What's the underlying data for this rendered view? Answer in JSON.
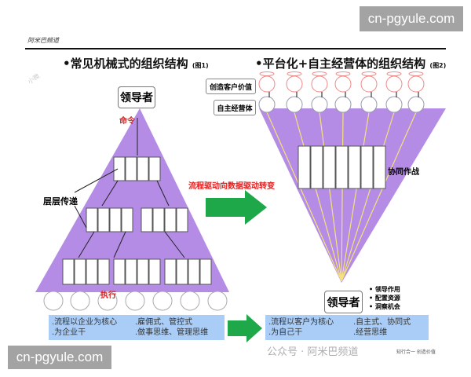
{
  "watermarks": {
    "top": "cn-pgyule.com",
    "bottom": "cn-pgyule.com",
    "faded_small": "小微",
    "channel_overlay": "公众号 · 阿米巴频道"
  },
  "header": {
    "channel": "阿米巴频道"
  },
  "left": {
    "title": "•常见机械式的组织结构",
    "fig": "(图1)",
    "leader": "领导者",
    "command": "命令",
    "relay": "层层传递",
    "execute": "执行",
    "summary": [
      ".流程以企业为核心",
      ".雇佣式、管控式",
      ".为企业干",
      ".做事思维、管理思维"
    ]
  },
  "middle": {
    "transition": "流程驱动向数据驱动转变"
  },
  "right": {
    "title": "•平台化+自主经营体的组织结构",
    "fig": "(图2)",
    "customer_value": "创造客户价值",
    "self_unit": "自主经营体",
    "collab": "协同作战",
    "leader": "领导者",
    "leader_roles": [
      "• 领导作用",
      "• 配置资源",
      "• 洞察机会"
    ],
    "summary": [
      ".流程以客户为核心",
      ".自主式、协同式",
      ".为自己干",
      ".经营思维"
    ],
    "footnote": "知行合一  创造价值"
  },
  "colors": {
    "purple": "#b48ce6",
    "blue_box": "#a9cdf6",
    "arrow_green": "#1fa84a",
    "accent_red": "#e02020"
  }
}
